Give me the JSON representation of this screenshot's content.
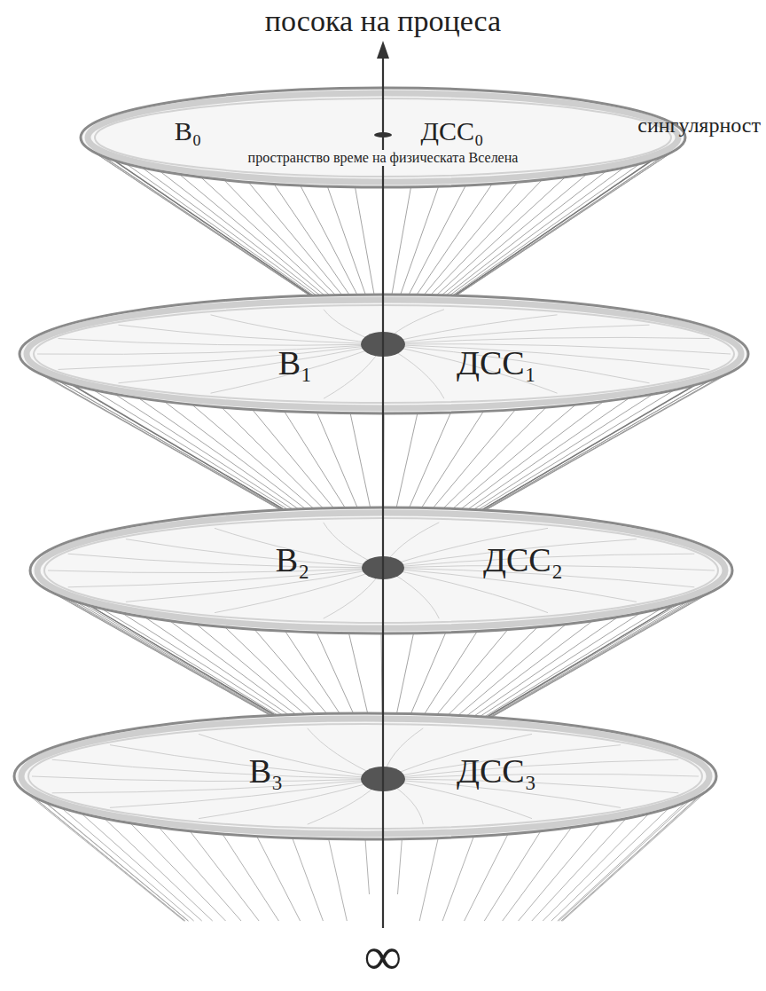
{
  "diagram": {
    "title": "посока на процеса",
    "nodes": [
      {
        "text": [
          "В₀",
          "ДСС₀",
          "пространство време на физическата Вселена"
        ]
      },
      {
        "text": [
          "В₁",
          "ДСС₁"
        ]
      },
      {
        "text": [
          "В₂",
          "ДСС₂"
        ]
      },
      {
        "text": [
          "В₃",
          "ДСС₃"
        ]
      }
    ],
    "edges": [
      {
        "from": 1,
        "to": 0,
        "arrow": "none"
      },
      {
        "from": 2,
        "to": 1,
        "arrow": "none"
      },
      {
        "from": 3,
        "to": 2,
        "arrow": "none"
      }
    ],
    "labels": [
      "сингулярност",
      "∞"
    ]
  }
}
